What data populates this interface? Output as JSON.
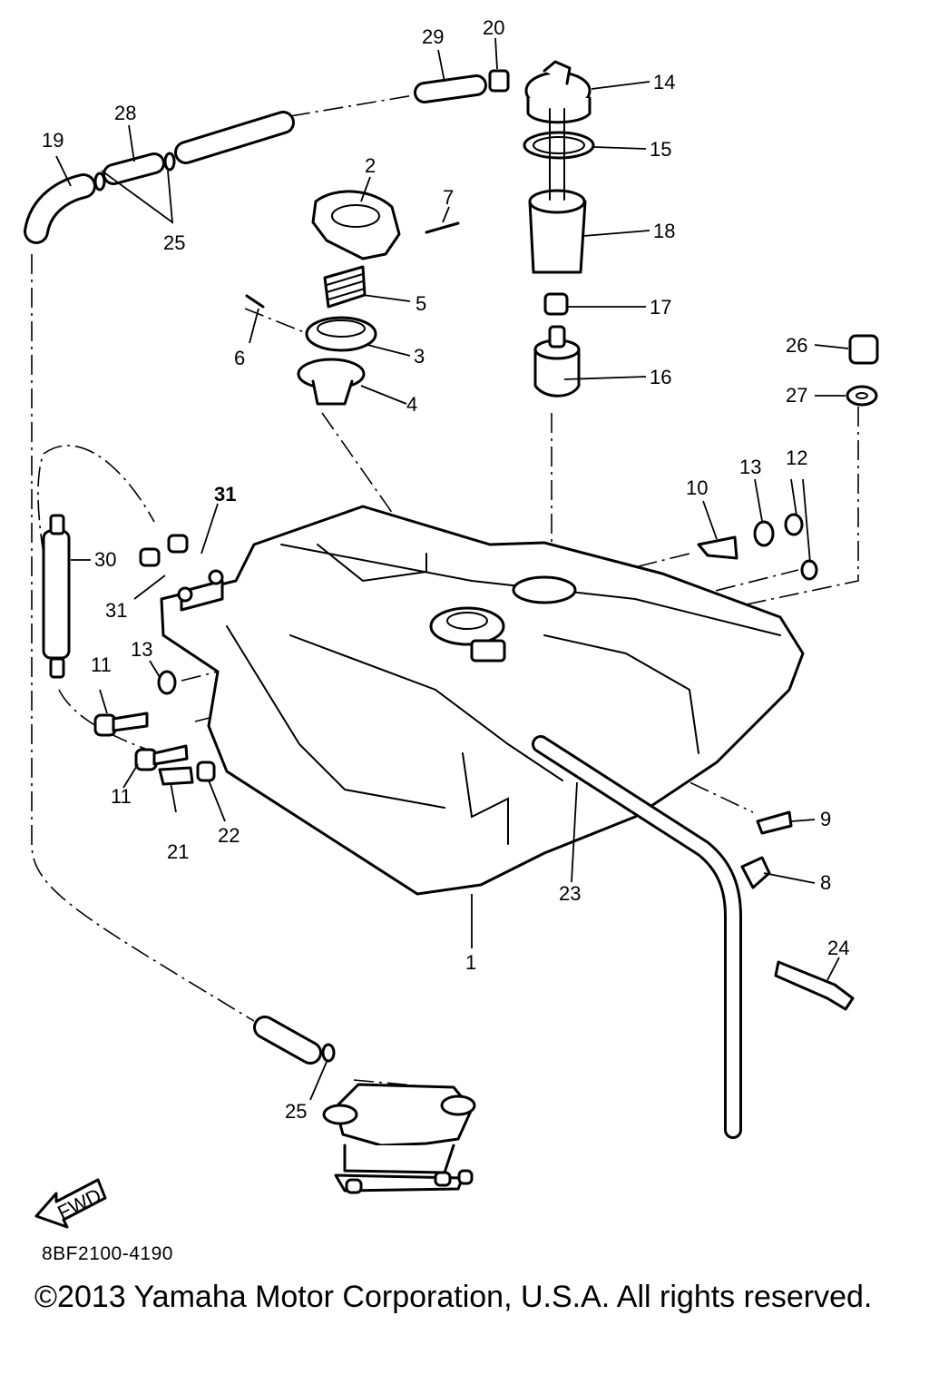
{
  "diagram_code": "8BF2100-4190",
  "copyright": "©2013 Yamaha Motor Corporation, U.S.A. All rights reserved.",
  "fwd_label": "FWD",
  "callouts": [
    {
      "id": "1",
      "text": "1"
    },
    {
      "id": "2",
      "text": "2"
    },
    {
      "id": "3",
      "text": "3"
    },
    {
      "id": "4",
      "text": "4"
    },
    {
      "id": "5",
      "text": "5"
    },
    {
      "id": "6",
      "text": "6"
    },
    {
      "id": "7",
      "text": "7"
    },
    {
      "id": "8",
      "text": "8"
    },
    {
      "id": "9",
      "text": "9"
    },
    {
      "id": "10",
      "text": "10"
    },
    {
      "id": "11a",
      "text": "11"
    },
    {
      "id": "11b",
      "text": "11"
    },
    {
      "id": "12",
      "text": "12"
    },
    {
      "id": "13a",
      "text": "13"
    },
    {
      "id": "13b",
      "text": "13"
    },
    {
      "id": "14",
      "text": "14"
    },
    {
      "id": "15",
      "text": "15"
    },
    {
      "id": "16",
      "text": "16"
    },
    {
      "id": "17",
      "text": "17"
    },
    {
      "id": "18",
      "text": "18"
    },
    {
      "id": "19",
      "text": "19"
    },
    {
      "id": "20",
      "text": "20"
    },
    {
      "id": "21",
      "text": "21"
    },
    {
      "id": "22",
      "text": "22"
    },
    {
      "id": "23",
      "text": "23"
    },
    {
      "id": "24",
      "text": "24"
    },
    {
      "id": "25a",
      "text": "25"
    },
    {
      "id": "25b",
      "text": "25"
    },
    {
      "id": "26",
      "text": "26"
    },
    {
      "id": "27",
      "text": "27"
    },
    {
      "id": "28",
      "text": "28"
    },
    {
      "id": "29",
      "text": "29"
    },
    {
      "id": "30",
      "text": "30"
    },
    {
      "id": "31a",
      "text": "31"
    },
    {
      "id": "31b",
      "text": "31"
    }
  ]
}
